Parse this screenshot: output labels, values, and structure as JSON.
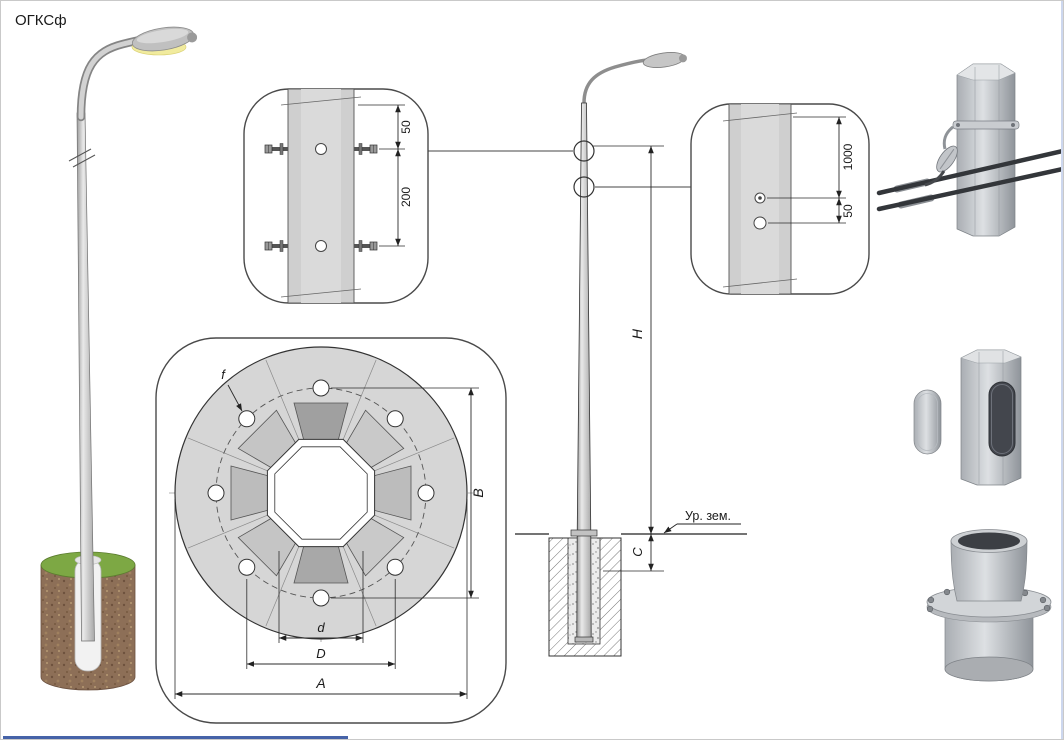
{
  "title": "ОГКСф",
  "top_detail": {
    "dim_upper": "50",
    "dim_lower": "200"
  },
  "right_detail": {
    "dim_upper": "1000",
    "dim_lower": "50"
  },
  "elevation": {
    "height_label": "H",
    "depth_label": "C",
    "ground_label": "Ур. зем."
  },
  "flange": {
    "outer_dia_label": "A",
    "bolt_span_label": "B",
    "bolt_circle_label": "D",
    "inner_width_label": "d",
    "hole_label": "f"
  },
  "colors": {
    "line": "#2b2b2b",
    "pole_gray": "#c9c9c9",
    "grass_green": "#7da844",
    "soil_brown": "#8d6f57",
    "lamp_glow": "#f1eb9e",
    "handhole_dark": "#43464d"
  }
}
